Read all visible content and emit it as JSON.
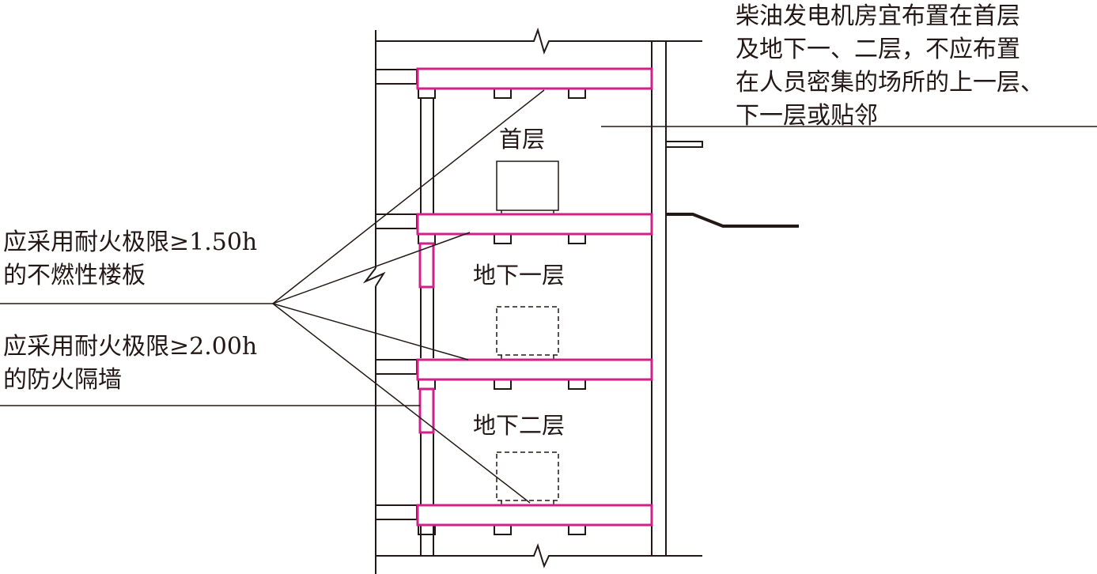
{
  "notes": {
    "location": [
      "柴油发电机房宜布置在首层",
      "及地下一、二层，不应布置",
      "在人员密集的场所的上一层、",
      "下一层或贴邻"
    ],
    "floor_slab": [
      "应采用耐火极限≥1.50h",
      "的不燃性楼板"
    ],
    "fire_wall": [
      "应采用耐火极限≥2.00h",
      "的防火隔墙"
    ]
  },
  "floors": {
    "ground": "首层",
    "basement_1": "地下一层",
    "basement_2": "地下二层"
  },
  "colors": {
    "line": "#231815",
    "fire_rated": "#d21f8c",
    "background": "#ffffff"
  }
}
